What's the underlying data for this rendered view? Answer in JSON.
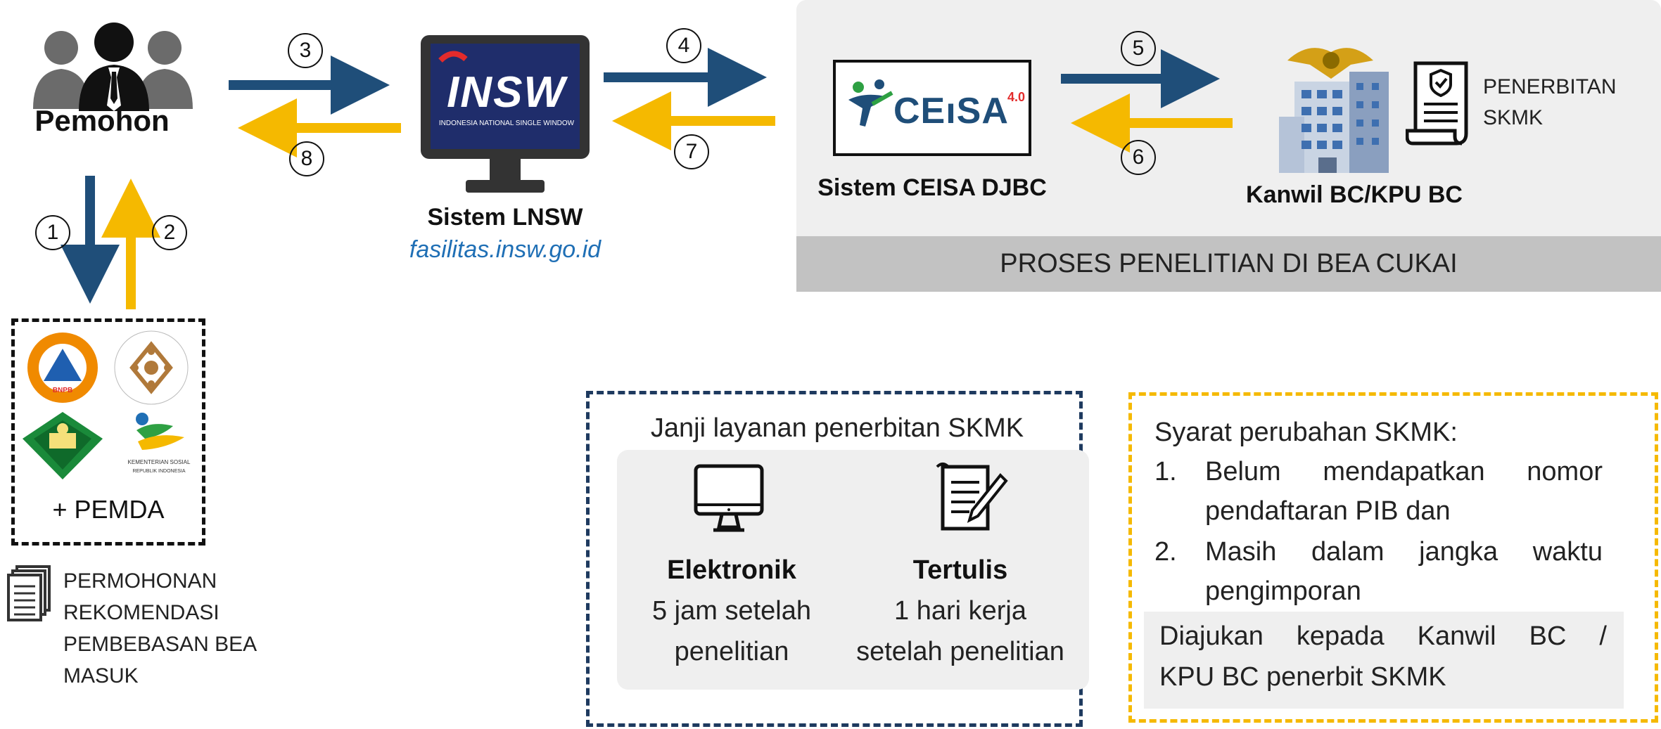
{
  "pemohon": {
    "label": "Pemohon",
    "icon": "people-group-icon"
  },
  "steps": [
    "1",
    "2",
    "3",
    "4",
    "5",
    "6",
    "7",
    "8"
  ],
  "lnsw": {
    "logo_text": "INSW",
    "logo_subtext": "INDONESIA NATIONAL SINGLE WINDOW",
    "title": "Sistem LNSW",
    "url": "fasilitas.insw.go.id"
  },
  "ceisa": {
    "logo_text": "CEıSA",
    "version": "4.0",
    "title": "Sistem CEISA DJBC"
  },
  "kanwil": {
    "title": "Kanwil BC/KPU BC",
    "issue_line1": "PENERBITAN",
    "issue_line2": "SKMK"
  },
  "proses_label": "PROSES PENELITIAN DI BEA CUKAI",
  "pemda": {
    "label": "+ PEMDA",
    "logos": [
      "bnpb-logo",
      "kemendikbud-logo",
      "kemenag-logo",
      "kemensos-logo"
    ]
  },
  "permohonan": {
    "lines": [
      "PERMOHONAN",
      "REKOMENDASI",
      "PEMBEBASAN BEA",
      "MASUK"
    ]
  },
  "janji": {
    "title": "Janji layanan penerbitan SKMK",
    "elektronik": {
      "label": "Elektronik",
      "line1": "5 jam setelah",
      "line2": "penelitian"
    },
    "tertulis": {
      "label": "Tertulis",
      "line1": "1 hari kerja",
      "line2": "setelah penelitian"
    }
  },
  "syarat": {
    "title": "Syarat perubahan SKMK:",
    "items": [
      {
        "num": "1.",
        "line1": "Belum mendapatkan nomor",
        "line2": "pendaftaran PIB dan"
      },
      {
        "num": "2.",
        "line1": "Masih dalam jangka waktu",
        "line2": "pengimporan"
      }
    ],
    "note_line1": "Diajukan kepada Kanwil BC /",
    "note_line2": "KPU BC penerbit SKMK"
  },
  "colors": {
    "blue_arrow": "#1f4e79",
    "yellow_arrow": "#f5b900",
    "dark_dash": "#1e3a5f",
    "panel_gray": "#efefef",
    "bar_gray": "#c2c2c2",
    "url_blue": "#1f6fb5"
  }
}
